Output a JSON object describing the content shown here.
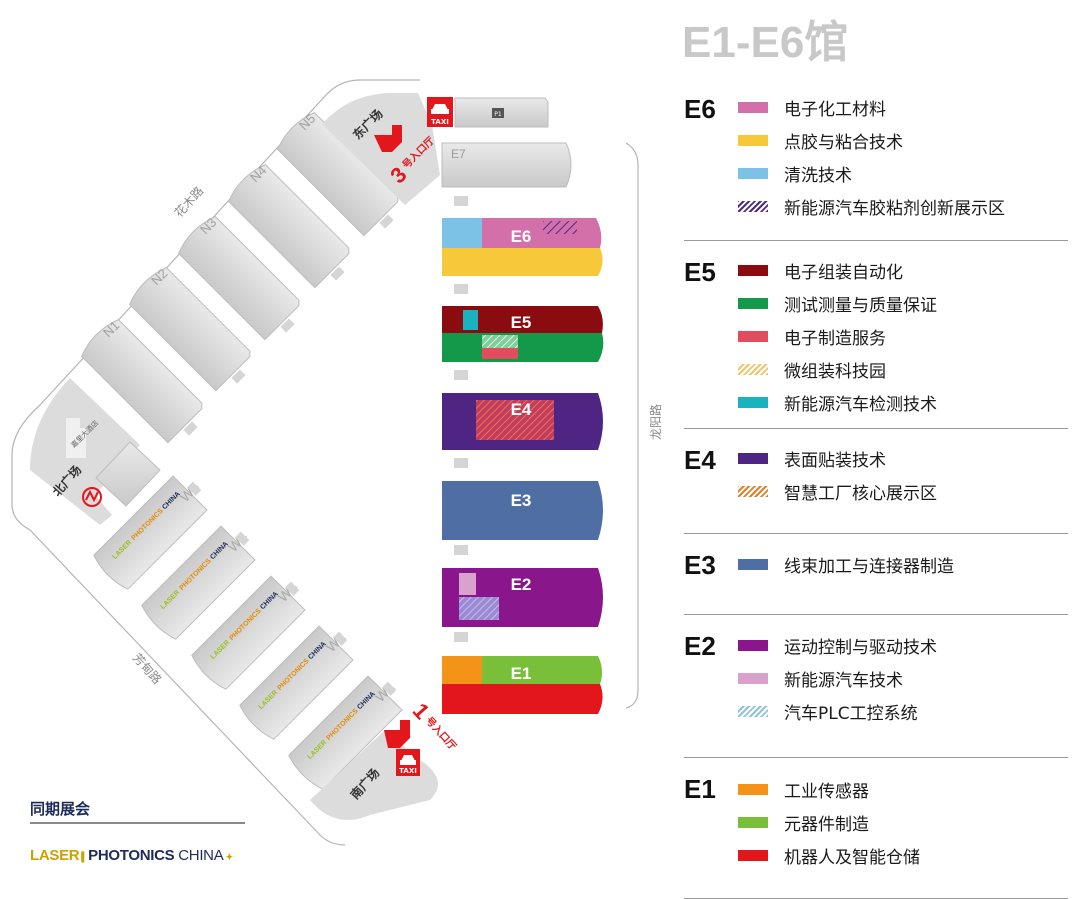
{
  "title": "E1-E6馆",
  "map": {
    "roads": {
      "huamu": "花木路",
      "fangdian": "芳甸路",
      "longyang": "龙阳路"
    },
    "plazas": {
      "east": "东广场",
      "north": "北广场",
      "south": "南广场"
    },
    "entrances": [
      {
        "number": "3",
        "text": "号入口厅"
      },
      {
        "number": "1",
        "text": "号入口厅"
      }
    ],
    "taxi": "TAXI",
    "parking": "P1",
    "hotel": "嘉里大酒店",
    "north_halls": [
      "N1",
      "N2",
      "N3",
      "N4",
      "N5"
    ],
    "west_halls": [
      "W1",
      "W2",
      "W3",
      "W4",
      "W5"
    ],
    "west_hall_logo": {
      "laser": "LASER",
      "photonics": "PHOTONICS",
      "china": "CHINA"
    },
    "east_halls": [
      "E7",
      "E6",
      "E5",
      "E4",
      "E3",
      "E2",
      "E1"
    ]
  },
  "legend": [
    {
      "hall": "E6",
      "items": [
        {
          "label": "电子化工材料",
          "color": "#d36fa9",
          "pattern": "solid"
        },
        {
          "label": "点胶与粘合技术",
          "color": "#f7c93a",
          "pattern": "solid"
        },
        {
          "label": "清洗技术",
          "color": "#7cc2e6",
          "pattern": "solid"
        },
        {
          "label": "新能源汽车胶粘剂创新展示区",
          "color": "#4c2d87",
          "pattern": "hatched"
        }
      ]
    },
    {
      "hall": "E5",
      "items": [
        {
          "label": "电子组装自动化",
          "color": "#8b0c10",
          "pattern": "solid"
        },
        {
          "label": "测试测量与质量保证",
          "color": "#14994a",
          "pattern": "solid"
        },
        {
          "label": "电子制造服务",
          "color": "#e24d5d",
          "pattern": "solid"
        },
        {
          "label": "微组装科技园",
          "color": "#f0c56a",
          "pattern": "hatched"
        },
        {
          "label": "新能源汽车检测技术",
          "color": "#19b3c0",
          "pattern": "solid"
        }
      ]
    },
    {
      "hall": "E4",
      "items": [
        {
          "label": "表面贴装技术",
          "color": "#4f2583",
          "pattern": "solid"
        },
        {
          "label": "智慧工厂核心展示区",
          "color": "#e0812c",
          "pattern": "hatched"
        }
      ]
    },
    {
      "hall": "E3",
      "items": [
        {
          "label": "线束加工与连接器制造",
          "color": "#4f6fa4",
          "pattern": "solid"
        }
      ]
    },
    {
      "hall": "E2",
      "items": [
        {
          "label": "运动控制与驱动技术",
          "color": "#8a168b",
          "pattern": "solid"
        },
        {
          "label": "新能源汽车技术",
          "color": "#d9a2cc",
          "pattern": "solid"
        },
        {
          "label": "汽车PLC工控系统",
          "color": "#8fc4d8",
          "pattern": "hatched"
        }
      ]
    },
    {
      "hall": "E1",
      "items": [
        {
          "label": "工业传感器",
          "color": "#f39419",
          "pattern": "solid"
        },
        {
          "label": "元器件制造",
          "color": "#7abf3a",
          "pattern": "solid"
        },
        {
          "label": "机器人及智能仓储",
          "color": "#e3161c",
          "pattern": "solid"
        }
      ]
    }
  ],
  "concurrent_events": {
    "title": "同期展会",
    "logo": {
      "laser": "LASER",
      "photonics": "PHOTONICS",
      "china": "CHINA"
    }
  }
}
